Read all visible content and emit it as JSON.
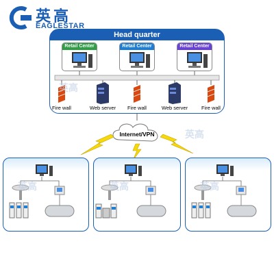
{
  "brand": {
    "name_cn": "英高",
    "name_en": "EAGLESTAR"
  },
  "hq": {
    "title": "Head quarter",
    "retail_centers": [
      {
        "label": "Retail Center",
        "color": "#2f9e44"
      },
      {
        "label": "Retail Center",
        "color": "#1c7ed6"
      },
      {
        "label": "Retail Center",
        "color": "#6741d9"
      }
    ],
    "components": [
      {
        "label": "Fire wall"
      },
      {
        "label": "Web server"
      },
      {
        "label": "Fire wall"
      },
      {
        "label": "Web server"
      },
      {
        "label": "Fire wall"
      }
    ]
  },
  "network": {
    "label": "Internet/VPN"
  },
  "branches": [
    {
      "id": "branch-1"
    },
    {
      "id": "branch-2"
    },
    {
      "id": "branch-3"
    }
  ],
  "colors": {
    "accent": "#1a5fb4",
    "lightning": "#f5d90a",
    "firewall": "#d9480f"
  }
}
